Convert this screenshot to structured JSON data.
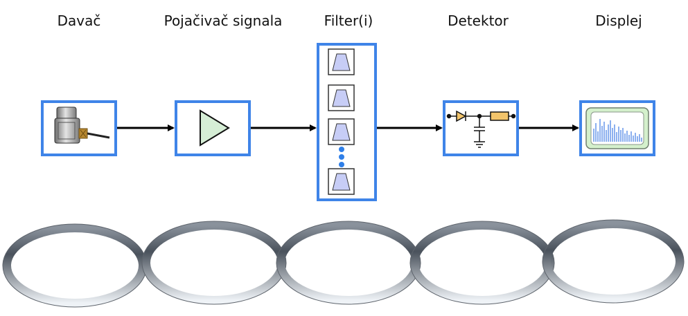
{
  "stages": [
    {
      "label": "Davač",
      "icon": "sensor-icon"
    },
    {
      "label": "Pojačivač signala",
      "icon": "amplifier-triangle-icon"
    },
    {
      "label": "Filter(i)",
      "icon": "bandpass-filter-icon"
    },
    {
      "label": "Detektor",
      "icon": "detector-circuit-icon"
    },
    {
      "label": "Displej",
      "icon": "spectrum-display-icon"
    }
  ],
  "colors": {
    "block_border": "#3f84e8",
    "arrow": "#000000",
    "filter_fill": "#c7cdf6",
    "dots": "#2f7fe8",
    "display_bg": "#d4f0cc",
    "spectrum_bars": "#5b8fe8",
    "ring_light": "#f2f5f8",
    "ring_dark": "#4a525c"
  }
}
